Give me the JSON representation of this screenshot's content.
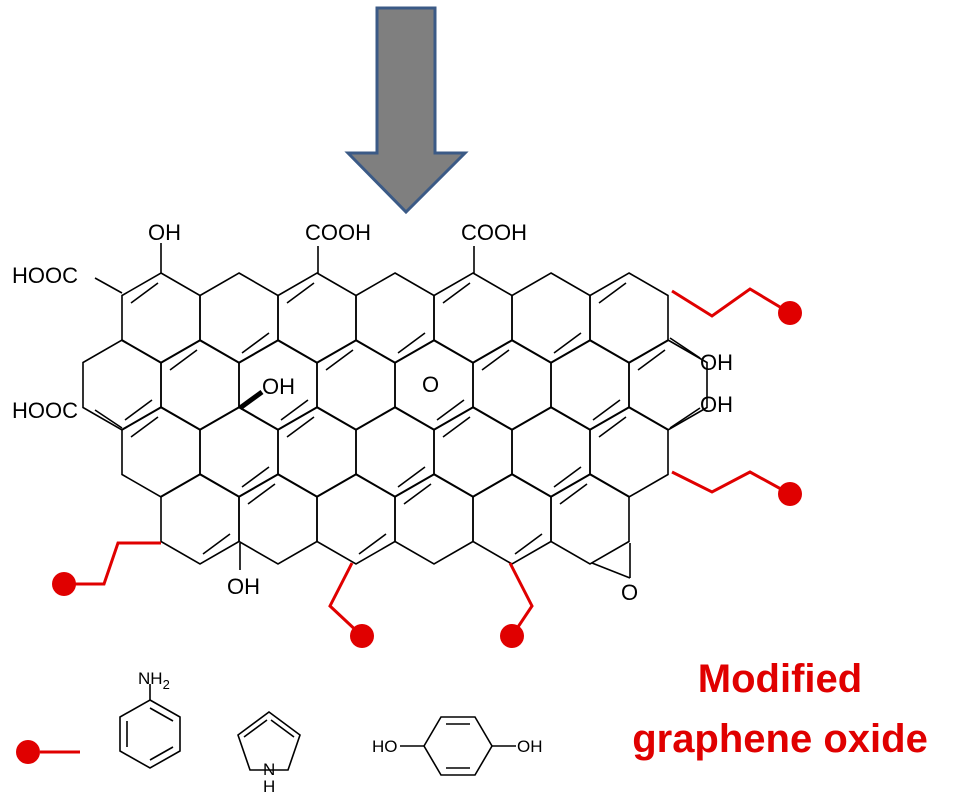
{
  "colors": {
    "arrow_fill": "#7f7f7f",
    "arrow_stroke": "#3b5a86",
    "modifier": "#e00000",
    "bond": "#000000"
  },
  "arrow": {
    "direction": "down",
    "icon": "down-arrow-icon"
  },
  "labels": {
    "oh_top": "OH",
    "cooh_1": "COOH",
    "cooh_2": "COOH",
    "hooc_top": "HOOC",
    "hooc_mid": "HOOC",
    "oh_center": "OH",
    "epoxy_o_center": "O",
    "oh_right_1": "OH",
    "oh_right_2": "OH",
    "oh_bottom": "OH",
    "epoxy_o_right": "O"
  },
  "legend": {
    "aniline_nh": "NH",
    "aniline_sub": "2",
    "pyrrole_n": "N",
    "pyrrole_h": "H",
    "hq_left": "HO",
    "hq_right": "OH"
  },
  "title": {
    "line1": "Modified",
    "line2": "graphene oxide"
  }
}
